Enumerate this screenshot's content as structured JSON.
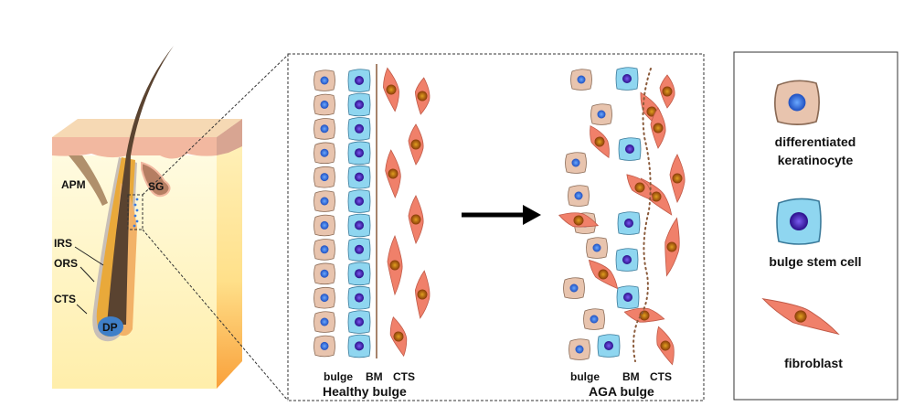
{
  "follicle": {
    "labels": {
      "apm": "APM",
      "sg": "SG",
      "irs": "IRS",
      "ors": "ORS",
      "cts": "CTS",
      "dp": "DP"
    }
  },
  "healthy": {
    "col_labels": {
      "bulge": "bulge",
      "bm": "BM",
      "cts": "CTS"
    },
    "title": "Healthy bulge"
  },
  "aga": {
    "col_labels": {
      "bulge": "bulge",
      "bm": "BM",
      "cts": "CTS"
    },
    "title": "AGA bulge"
  },
  "legend": {
    "items": [
      {
        "label_line1": "differentiated",
        "label_line2": "keratinocyte"
      },
      {
        "label_line1": "bulge stem cell"
      },
      {
        "label_line1": "fibroblast"
      }
    ]
  },
  "colors": {
    "keratinocyte": "#e8c4ae",
    "keratinocyte_nucleus": "#2f6fe0",
    "stem_cell": "#8fd6f0",
    "stem_nucleus": "#3a1fb0",
    "fibroblast": "#f0806a",
    "fibroblast_nucleus": "#b05a10",
    "hair_shaft": "#5a4330",
    "skin": "#f2b8a0",
    "dermis": "#fff6c8"
  }
}
